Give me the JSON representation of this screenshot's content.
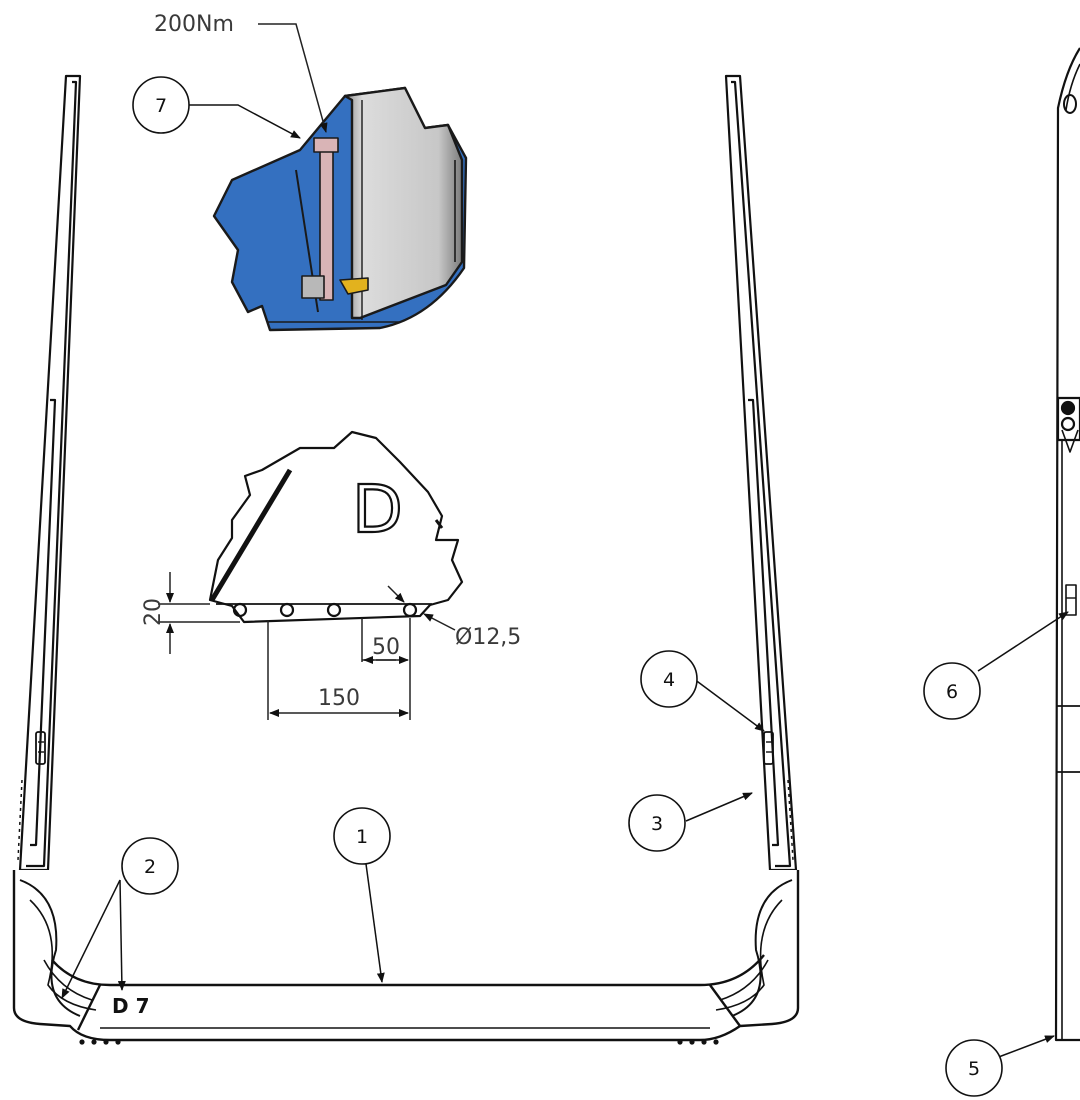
{
  "callouts": [
    {
      "id": "1",
      "label": "1"
    },
    {
      "id": "2",
      "label": "2"
    },
    {
      "id": "3",
      "label": "3"
    },
    {
      "id": "4",
      "label": "4"
    },
    {
      "id": "5",
      "label": "5"
    },
    {
      "id": "6",
      "label": "6"
    },
    {
      "id": "7",
      "label": "7"
    }
  ],
  "torque_note": "200Nm",
  "dimensions": {
    "hole_offset": "20",
    "hole_spacing": "50",
    "hole_span": "150",
    "hole_diameter": "Ø12,5"
  },
  "detail_letter": "D",
  "stamp_marking": "D 7",
  "colors": {
    "line": "#111111",
    "detail_blue": "#3470c0",
    "detail_grey": "#c4c4c4",
    "bolt_pink": "#d9b4b6",
    "nut_yellow": "#e2b21e"
  }
}
